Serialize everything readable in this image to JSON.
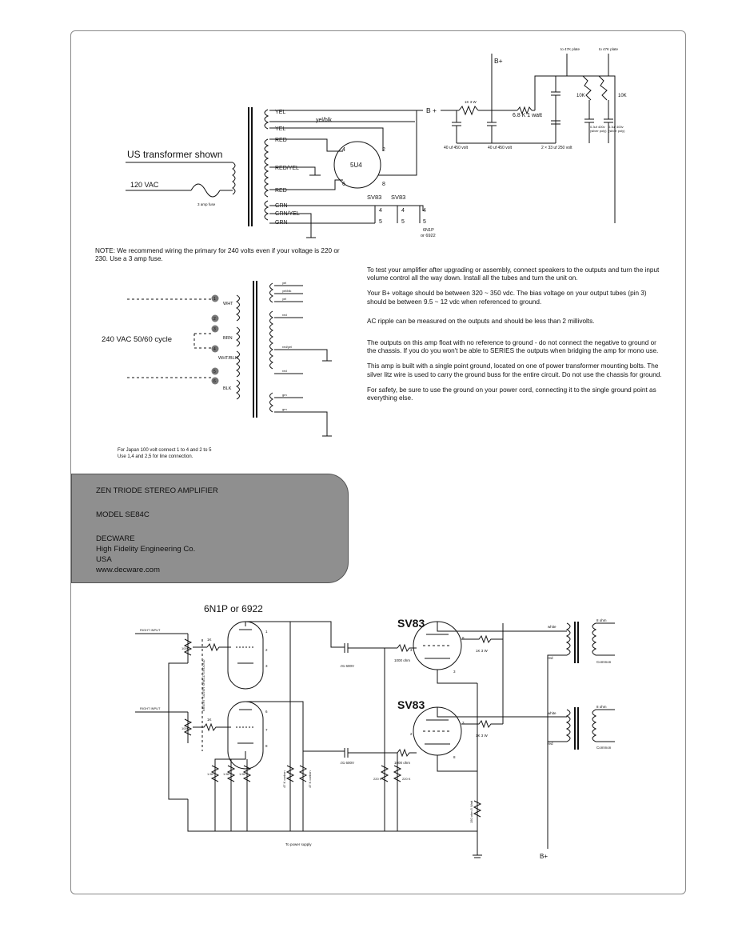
{
  "power_section": {
    "b_plus_label": "B+",
    "b_plus_node": "B +",
    "plate_label_1": "to 47K plate",
    "plate_label_2": "to 47K plate",
    "pot_left": "10K",
    "pot_right": "10K",
    "bleeder_cap_left": "0.3uf 400v",
    "bleeder_cap_left_2": "(silver poly)",
    "bleeder_cap_right": "0.3uf 400v",
    "bleeder_cap_right_2": "(silver poly)",
    "resistor_1": "1K 3 W",
    "resistor_2": "6.8 K 1 watt",
    "cap_1": "40 uf 450 volt",
    "cap_2": "40 uf 450 volt",
    "cap_3": "2 × 33 uf 250 volt",
    "yel_1": "YEL",
    "yel_blk": "yel/blk",
    "yel_2": "YEL",
    "red_1": "RED",
    "red_yel": "RED/YEL",
    "red_2": "RED",
    "grn_1": "GRN",
    "grn_yel": "GRN/YEL",
    "grn_2": "GRN",
    "rect_tube": "5U4",
    "pin_4": "4",
    "pin_2": "2",
    "pin_6": "6",
    "pin_8": "8",
    "transformer_title": "US transformer shown",
    "input_voltage": "120 VAC",
    "fuse": "3 amp fuse",
    "heater_tube_1": "SV83",
    "heater_tube_2": "SV83",
    "heater_pins": [
      "4",
      "4",
      "4",
      "5",
      "5",
      "5"
    ],
    "driver_tube_1": "6N1P",
    "driver_tube_2": "or 6922"
  },
  "note": "NOTE: We recommend wiring the primary for 240 volts even if your voltage is 220 or 230.  Use a 3 amp fuse.",
  "primary_240": {
    "label": "240 VAC 50/60 cycle",
    "terminals": [
      "1",
      "2",
      "3",
      "4",
      "5",
      "6"
    ],
    "wht": "WHT",
    "brn": "BRN",
    "wht_blk": "WHT/BLK",
    "blk": "BLK",
    "sec_labels": [
      "yel",
      "yel/blk",
      "yel",
      "red",
      "red/yel",
      "red",
      "grn",
      "grn"
    ]
  },
  "japan_note": "For Japan 100 volt connect 1 to 4 and 2 to 5",
  "japan_note_2": "Use 1,4 and 2,5 for line connection.",
  "instructions": [
    "To test your amplifier after upgrading or assembly, connect speakers to the outputs and turn the input volume control all the way down.  Install all the tubes and turn the unit on.",
    "Your B+ voltage should be between 320 ~ 350 vdc.  The bias voltage on your output tubes (pin 3) should be between 9.5 ~ 12 vdc when referenced to ground.",
    "AC ripple can be measured on the outputs and should be less than 2 millivolts.",
    "The outputs on this amp float with no reference to ground - do not connect the negative to ground or the chassis.  If you do you won't be able to SERIES the outputs when bridging the amp for mono use.",
    "This amp is built with a single point ground, located on one of  power transformer mounting bolts.  The silver litz wire is used to carry the ground buss for the entire circuit.  Do not use the chassis for ground.",
    "For safety, be sure to use the ground on your power cord, connecting it to the single ground point as everything else."
  ],
  "badge": {
    "title": "ZEN TRIODE STEREO AMPLIFIER",
    "model": "MODEL SE84C",
    "company": "DECWARE",
    "company_full": "High Fidelity Engineering Co.",
    "country": "USA",
    "website": "www.decware.com"
  },
  "amp_section": {
    "driver_title": "6N1P or 6922",
    "output_tube_1": "SV83",
    "output_tube_2": "SV83",
    "left_input": "RIGHT INPUT",
    "right_input": "RIGHT INPUT",
    "pot_1": "100K",
    "pot_2": "100K",
    "grid_r_1": "1K",
    "grid_r_2": "1K",
    "coupling_cap_1": ".01 600V",
    "coupling_cap_2": ".01 600V",
    "grid_stopper_1": "1000 ohm",
    "grid_stopper_2": "1000 ohm",
    "screen_r_1": "1K 3 W",
    "screen_r_2": "1K 3 W",
    "plate_r_1": "47 K carbon",
    "plate_r_2": "47 K carbon",
    "grid_leak_1": "220 K",
    "grid_leak_2": "220 K",
    "cathode_r": "150 ohm 5 Watt",
    "cathode_set": [
      "1.5K",
      "1.5K",
      "1.5K"
    ],
    "shield_note": "BRIGHT SILVER SHIELD GROUND",
    "out_white_1": "white",
    "out_red_1": "red",
    "out_white_2": "white",
    "out_red_2": "red",
    "out_ohm_1": "8 ohm",
    "out_ohm_2": "8 ohm",
    "out_common_1": "Common",
    "out_common_2": "Common",
    "to_power_supply": "To power supply",
    "b_plus": "B+",
    "pin_labels": [
      "1",
      "2",
      "3",
      "6",
      "7",
      "8",
      "8",
      "3",
      "3",
      "2",
      "7",
      "5",
      "8",
      "3",
      "3",
      "9",
      "9"
    ]
  }
}
